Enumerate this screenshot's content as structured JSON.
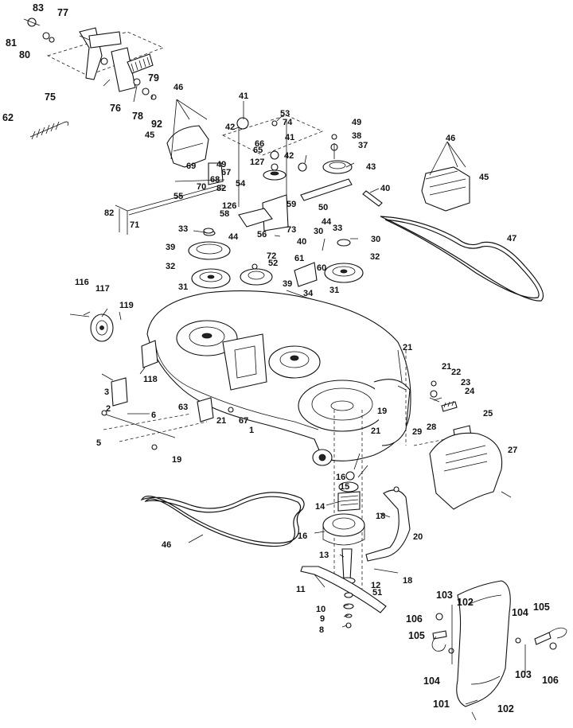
{
  "labels": {
    "l83": "83",
    "l77": "77",
    "l81": "81",
    "l80": "80",
    "l75": "75",
    "l76": "76",
    "l78": "78",
    "l79": "79",
    "l92": "92",
    "l62": "62",
    "l46a": "46",
    "l45a": "45",
    "l41a": "41",
    "l53": "53",
    "l74": "74",
    "l42a": "42",
    "l65": "65",
    "l66": "66",
    "l127": "127",
    "l49": "49",
    "l38": "38",
    "l37": "37",
    "l41b": "41",
    "l42b": "42",
    "l43": "43",
    "l40a": "40",
    "l46b": "46",
    "l45b": "45",
    "l69": "69",
    "l70": "70",
    "l49b": "49",
    "l67a": "67",
    "l68": "68",
    "l54": "54",
    "l82a": "82",
    "l55": "55",
    "l59": "59",
    "l126": "126",
    "l58": "58",
    "l50": "50",
    "l44a": "44",
    "l44b": "44",
    "l82b": "82",
    "l71": "71",
    "l33a": "33",
    "l56": "56",
    "l73": "73",
    "l30a": "30",
    "l33b": "33",
    "l30b": "30",
    "l40b": "40",
    "l39a": "39",
    "l72": "72",
    "l52": "52",
    "l61": "61",
    "l60": "60",
    "l32a": "32",
    "l32b": "32",
    "l47": "47",
    "l31a": "31",
    "l39b": "39",
    "l31b": "31",
    "l34": "34",
    "l116": "116",
    "l117": "117",
    "l119": "119",
    "l21a": "21",
    "l118": "118",
    "l3": "3",
    "l21b": "21",
    "l22": "22",
    "l23": "23",
    "l24": "24",
    "l2": "2",
    "l63": "63",
    "l6": "6",
    "l21c": "21",
    "l67b": "67",
    "l19a": "19",
    "l21d": "21",
    "l25": "25",
    "l5": "5",
    "l1": "1",
    "l29": "29",
    "l28": "28",
    "l27": "27",
    "l19b": "19",
    "l16": "16",
    "l15": "15",
    "l14": "14",
    "l18a": "18",
    "l20": "20",
    "l46c": "46",
    "l16b": "16",
    "l13": "13",
    "l18b": "18",
    "l12": "12",
    "l11": "11",
    "l51": "51",
    "l10": "10",
    "l9": "9",
    "l8": "8",
    "l103a": "103",
    "l102a": "102",
    "l106a": "106",
    "l104a": "104",
    "l105a": "105",
    "l105b": "105",
    "l104b": "104",
    "l103b": "103",
    "l106b": "106",
    "l101": "101",
    "l102b": "102"
  }
}
